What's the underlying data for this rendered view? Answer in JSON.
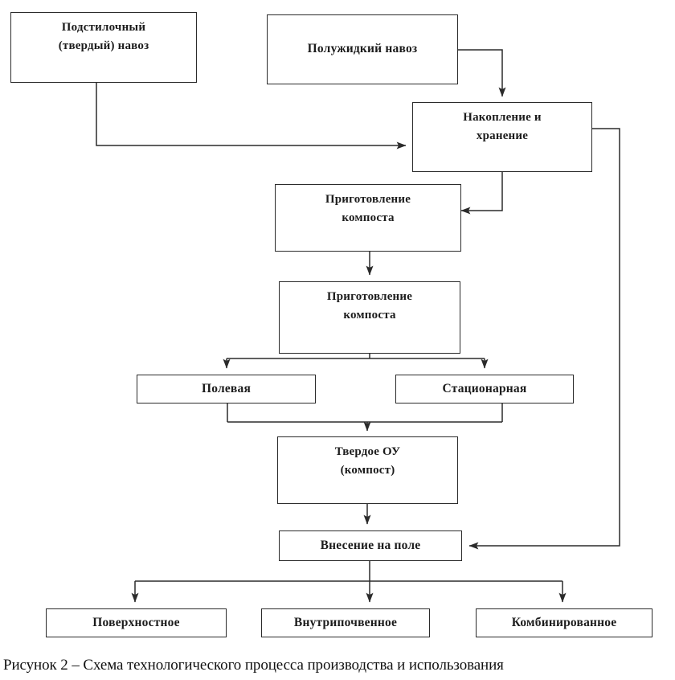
{
  "figure": {
    "caption": "Рисунок 2 – Схема технологического процесса производства и использования",
    "line_color": "#2b2b2b",
    "background": "#ffffff",
    "text_color": "#1c1c1c"
  },
  "nodes": {
    "solid_manure": {
      "line1": "Подстилочный",
      "line2": "(твердый) навоз"
    },
    "semi_liquid_manure": {
      "line1": "Полужидкий навоз"
    },
    "accumulation_storage": {
      "line1": "Накопление и",
      "line2": "хранение"
    },
    "compost_prep_1": {
      "line1": "Приготовление",
      "line2": "компоста"
    },
    "compost_prep_2": {
      "line1": "Приготовление",
      "line2": "компоста"
    },
    "field_method": {
      "line1": "Полевая"
    },
    "stationary_method": {
      "line1": "Стационарная"
    },
    "solid_ou": {
      "line1": "Твердое ОУ",
      "line2": "(компост)"
    },
    "field_application": {
      "line1": "Внесение на поле"
    },
    "surface": {
      "line1": "Поверхностное"
    },
    "subsurface": {
      "line1": "Внутрипочвенное"
    },
    "combined": {
      "line1": "Комбинированное"
    }
  },
  "flow": {
    "edges": [
      "solid-manure-to-accumulation",
      "semi-liquid-manure-to-accumulation",
      "accumulation-to-compost-prep-1",
      "accumulation-to-field-application",
      "compost-prep-1-to-compost-prep-2",
      "compost-prep-2-to-field-method",
      "compost-prep-2-to-stationary-method",
      "field-method-to-solid-ou",
      "stationary-method-to-solid-ou",
      "solid-ou-to-field-application",
      "field-application-to-surface",
      "field-application-to-subsurface",
      "field-application-to-combined"
    ]
  }
}
